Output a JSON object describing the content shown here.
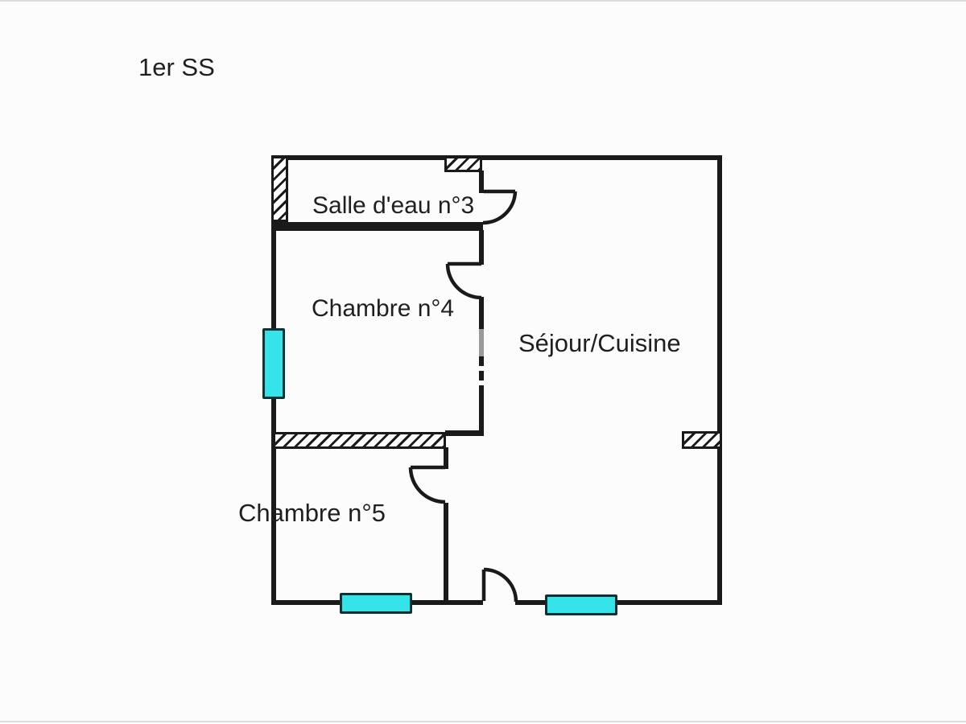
{
  "title": "1er SS",
  "rooms": [
    {
      "id": "salle-deau-3",
      "label": "Salle d'eau n°3"
    },
    {
      "id": "chambre-4",
      "label": "Chambre n°4"
    },
    {
      "id": "sejour-cuisine",
      "label": "Séjour/Cuisine"
    },
    {
      "id": "chambre-5",
      "label": "Chambre n°5"
    }
  ],
  "colors": {
    "wall": "#1a1a1a",
    "window_fill": "#35e4e9",
    "window_border": "#0a3134",
    "text": "#1f1f1f",
    "background": "#fcfcfc"
  }
}
